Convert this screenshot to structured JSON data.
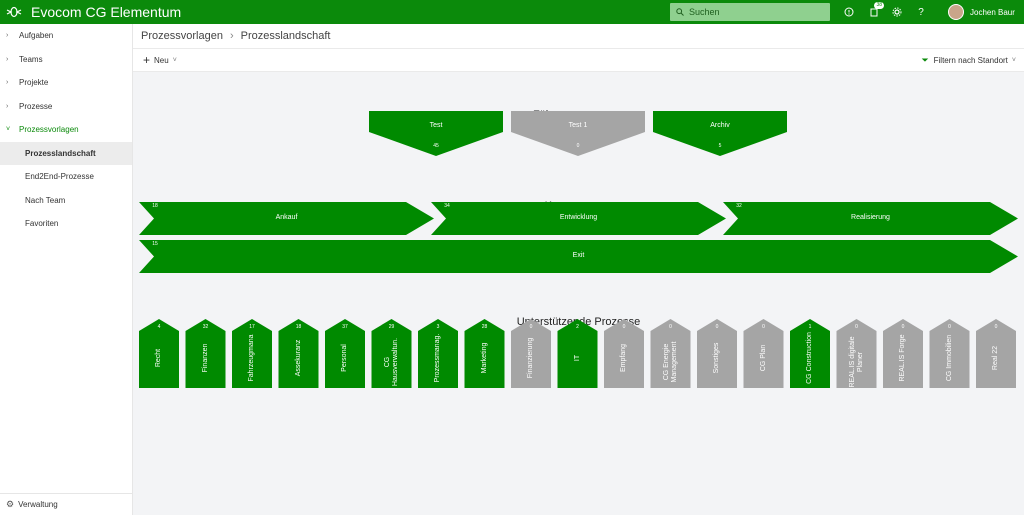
{
  "app": {
    "title": "Evocom CG Elementum"
  },
  "header": {
    "search_placeholder": "Suchen",
    "notification_count": "38",
    "user_name": "Jochen Baur"
  },
  "colors": {
    "brand": "#0b8a0b",
    "active": "#008a00",
    "inactive": "#a5a5a5"
  },
  "sidebar": {
    "items": [
      {
        "label": "Aufgaben"
      },
      {
        "label": "Teams"
      },
      {
        "label": "Projekte"
      },
      {
        "label": "Prozesse"
      },
      {
        "label": "Prozessvorlagen"
      }
    ],
    "subitems": [
      {
        "label": "Prozesslandschaft"
      },
      {
        "label": "End2End-Prozesse"
      },
      {
        "label": "Nach Team"
      },
      {
        "label": "Favoriten"
      }
    ],
    "footer": "Verwaltung"
  },
  "breadcrumb": {
    "parent": "Prozessvorlagen",
    "current": "Prozesslandschaft"
  },
  "toolbar": {
    "new_label": "Neu",
    "filter_label": "Filtern nach Standort"
  },
  "sections": {
    "leadership": "Führungsprozesse",
    "core": "Kernprozesse",
    "support": "Unterstützende Prozesse"
  },
  "leadership_processes": [
    {
      "label": "Test",
      "count": "45",
      "active": true
    },
    {
      "label": "Test 1",
      "count": "0",
      "active": false
    },
    {
      "label": "Archiv",
      "count": "5",
      "active": true
    }
  ],
  "core_processes": [
    {
      "label": "Ankauf",
      "count": "18"
    },
    {
      "label": "Entwicklung",
      "count": "34"
    },
    {
      "label": "Realisierung",
      "count": "32"
    },
    {
      "label": "Exit",
      "count": "15"
    }
  ],
  "support_processes": [
    {
      "label": "Recht",
      "count": "4",
      "active": true
    },
    {
      "label": "Finanzen",
      "count": "32",
      "active": true
    },
    {
      "label": "Fahrzeugmana",
      "count": "17",
      "active": true
    },
    {
      "label": "Assekuranz",
      "count": "18",
      "active": true
    },
    {
      "label": "Personal",
      "count": "37",
      "active": true
    },
    {
      "label": "CG Hausverwaltun.",
      "count": "29",
      "active": true
    },
    {
      "label": "Prozessmanag.",
      "count": "3",
      "active": true
    },
    {
      "label": "Marketing",
      "count": "28",
      "active": true
    },
    {
      "label": "Finanzierung",
      "count": "0",
      "active": false
    },
    {
      "label": "IT",
      "count": "2",
      "active": true
    },
    {
      "label": "Empfang",
      "count": "0",
      "active": false
    },
    {
      "label": "CG Energie Management",
      "count": "0",
      "active": false
    },
    {
      "label": "Sonstiges",
      "count": "0",
      "active": false
    },
    {
      "label": "CG Plan",
      "count": "0",
      "active": false
    },
    {
      "label": "CG Construction",
      "count": "1",
      "active": true
    },
    {
      "label": "REAL.IS digitale Planer",
      "count": "0",
      "active": false
    },
    {
      "label": "REAL.IS Forge",
      "count": "0",
      "active": false
    },
    {
      "label": "CG Immobilien",
      "count": "0",
      "active": false
    },
    {
      "label": "Real 22",
      "count": "0",
      "active": false
    }
  ]
}
